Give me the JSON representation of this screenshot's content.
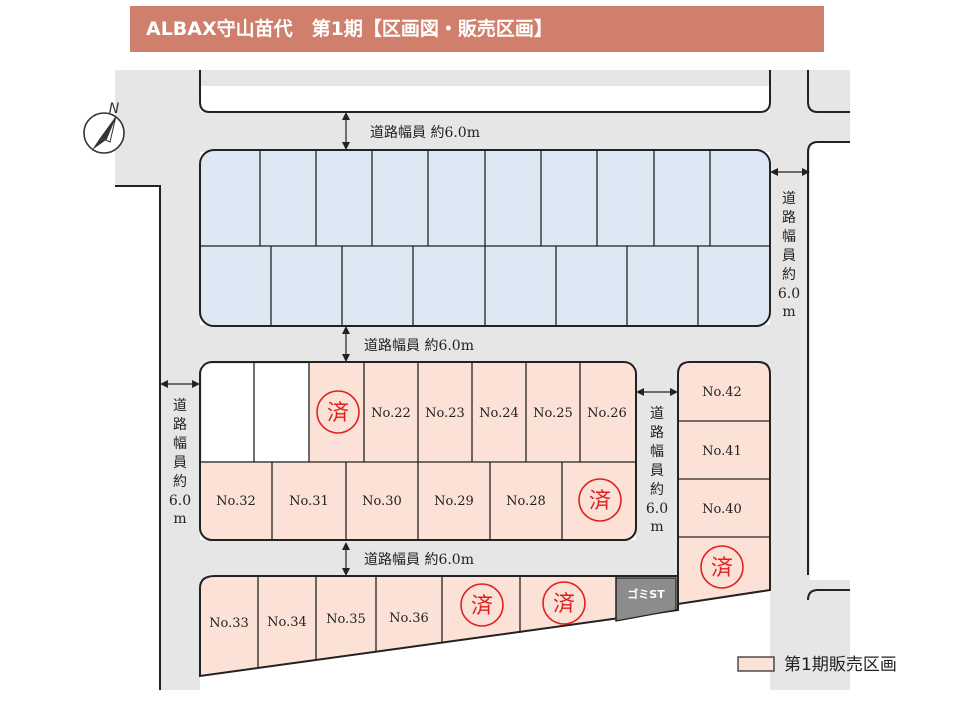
{
  "title": "ALBAX守山苗代　第1期【区画図・販売区画】",
  "north_label": "N",
  "road_labels": {
    "top": "道路幅員 約6.0m",
    "middle": "道路幅員 約6.0m",
    "lower": "道路幅員 約6.0m",
    "vertical_chars": [
      "道",
      "路",
      "幅",
      "員",
      "約",
      "6.0",
      "m"
    ]
  },
  "sold_label": "済",
  "gomi_label": "ゴミST",
  "legend_label": "第1期販売区画",
  "lots": {
    "row_upper": [
      "No.22",
      "No.23",
      "No.24",
      "No.25",
      "No.26"
    ],
    "row_lower": [
      "No.32",
      "No.31",
      "No.30",
      "No.29",
      "No.28"
    ],
    "row_bottom": [
      "No.33",
      "No.34",
      "No.35",
      "No.36"
    ],
    "column_right": [
      "No.42",
      "No.41",
      "No.40"
    ]
  },
  "colors": {
    "title_bg": "#cf7f6b",
    "road": "#e6e6e6",
    "future_lot": "#dce8f4",
    "sale_lot": "#fbe1d6",
    "empty_lot": "#ffffff",
    "sold_mark": "#e02020",
    "gomi": "#8c8c8c",
    "outline": "#222222"
  }
}
